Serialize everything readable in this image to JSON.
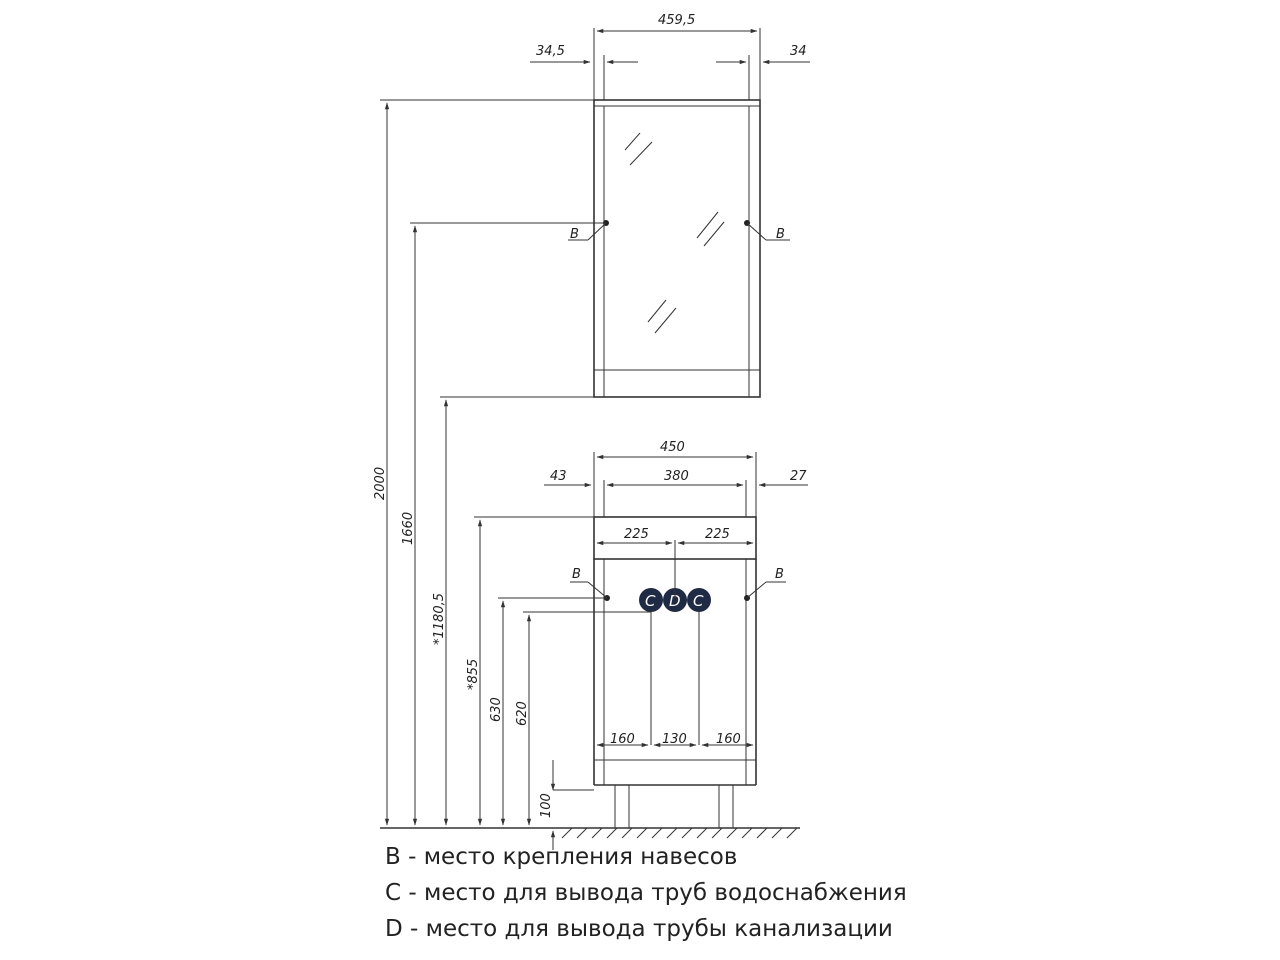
{
  "dimensions": {
    "top_width": "459,5",
    "top_left_offset": "34,5",
    "top_right_offset": "34",
    "total_height": "2000",
    "mirror_hang_height": "1660",
    "mirror_bottom_height": "*1180,5",
    "cabinet_width": "450",
    "cabinet_inner": "380",
    "cabinet_left_offset": "43",
    "cabinet_right_offset": "27",
    "cabinet_height": "*855",
    "hang_height_cabinet": "630",
    "pipe_height": "620",
    "leg_height": "100",
    "center_left": "225",
    "center_right": "225",
    "bottom_left": "160",
    "bottom_mid": "130",
    "bottom_right": "160"
  },
  "markers": {
    "b": "B",
    "c": "C",
    "d": "D"
  },
  "legend": [
    "B - место крепления навесов",
    "C - место для вывода труб водоснабжения",
    "D - место для вывода трубы канализации"
  ],
  "colors": {
    "line": "#333333",
    "marker_fill": "#1f2a44"
  }
}
